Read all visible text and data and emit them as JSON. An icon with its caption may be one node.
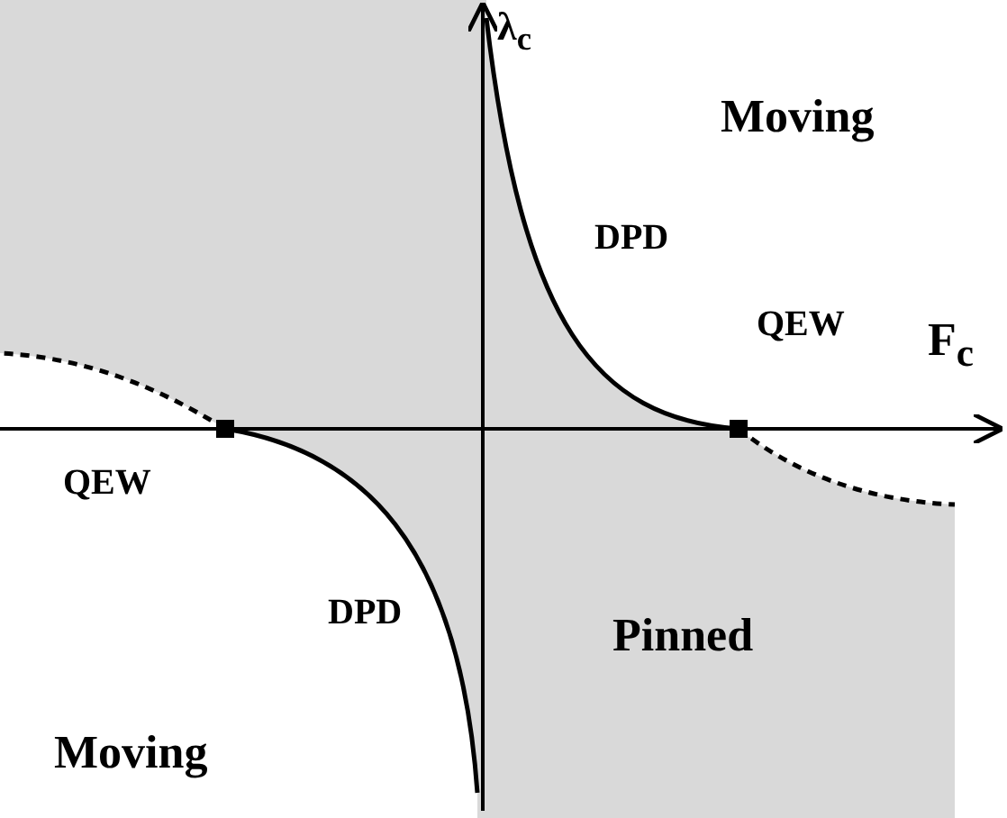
{
  "diagram": {
    "labels": [
      "λ$_{c}$",
      "Moving",
      "DPD",
      "QEW",
      "F$_{c}$",
      "QEW",
      "DPD",
      "Pinned",
      "Moving"
    ]
  }
}
